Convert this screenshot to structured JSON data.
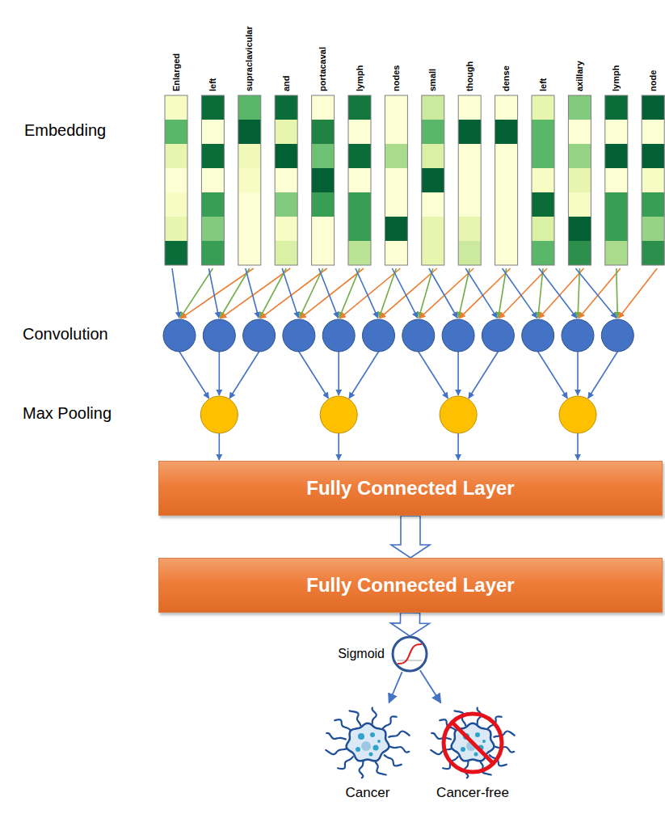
{
  "diagram": {
    "nodes": [
      {
        "text": [
          "Fully Connected Layer"
        ]
      },
      {
        "text": [
          "Fully Connected Layer"
        ]
      },
      {
        "text": [
          "Sigmoid"
        ]
      },
      {
        "text": [
          "Cancer"
        ]
      },
      {
        "text": [
          "Cancer-free"
        ]
      }
    ],
    "edges": [
      {
        "from": 0,
        "to": 1,
        "arrow": "to"
      },
      {
        "from": 1,
        "to": 2,
        "arrow": "to"
      },
      {
        "from": 2,
        "to": 3,
        "arrow": "to"
      },
      {
        "from": 2,
        "to": 4,
        "arrow": "to"
      }
    ],
    "labels": [
      "Enlarged",
      "left",
      "supraclavicular",
      "and",
      "portacaval",
      "lymph",
      "nodes",
      "small",
      "though",
      "dense",
      "left",
      "axillary",
      "lymph",
      "node",
      "Embedding",
      "Convolution",
      "Max Pooling"
    ]
  }
}
